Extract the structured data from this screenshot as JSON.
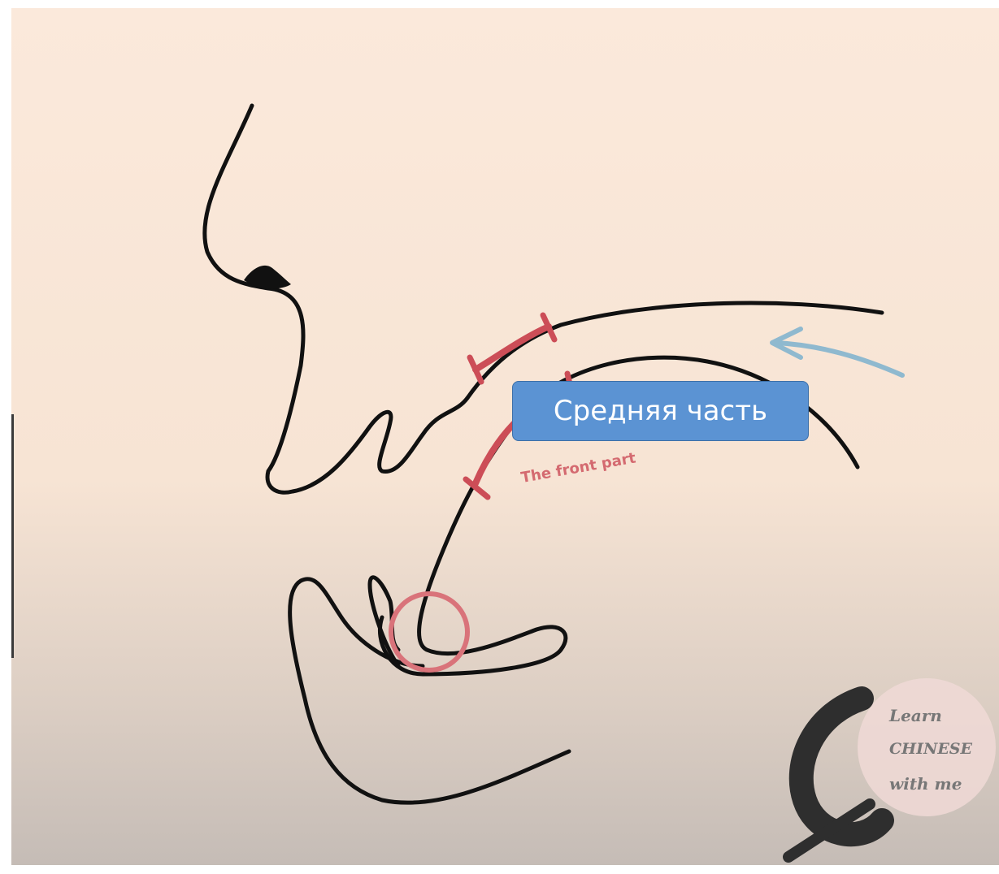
{
  "diagram": {
    "front_part_label": "The front part",
    "callout_label": "Средняя часть"
  },
  "logo": {
    "line1": "Learn",
    "line2": "CHINESE",
    "line3": "with me"
  },
  "colors": {
    "outline": "#111111",
    "highlight": "#cc4d57",
    "callout": "#5b93d3",
    "arrow": "#8fb9cf"
  }
}
